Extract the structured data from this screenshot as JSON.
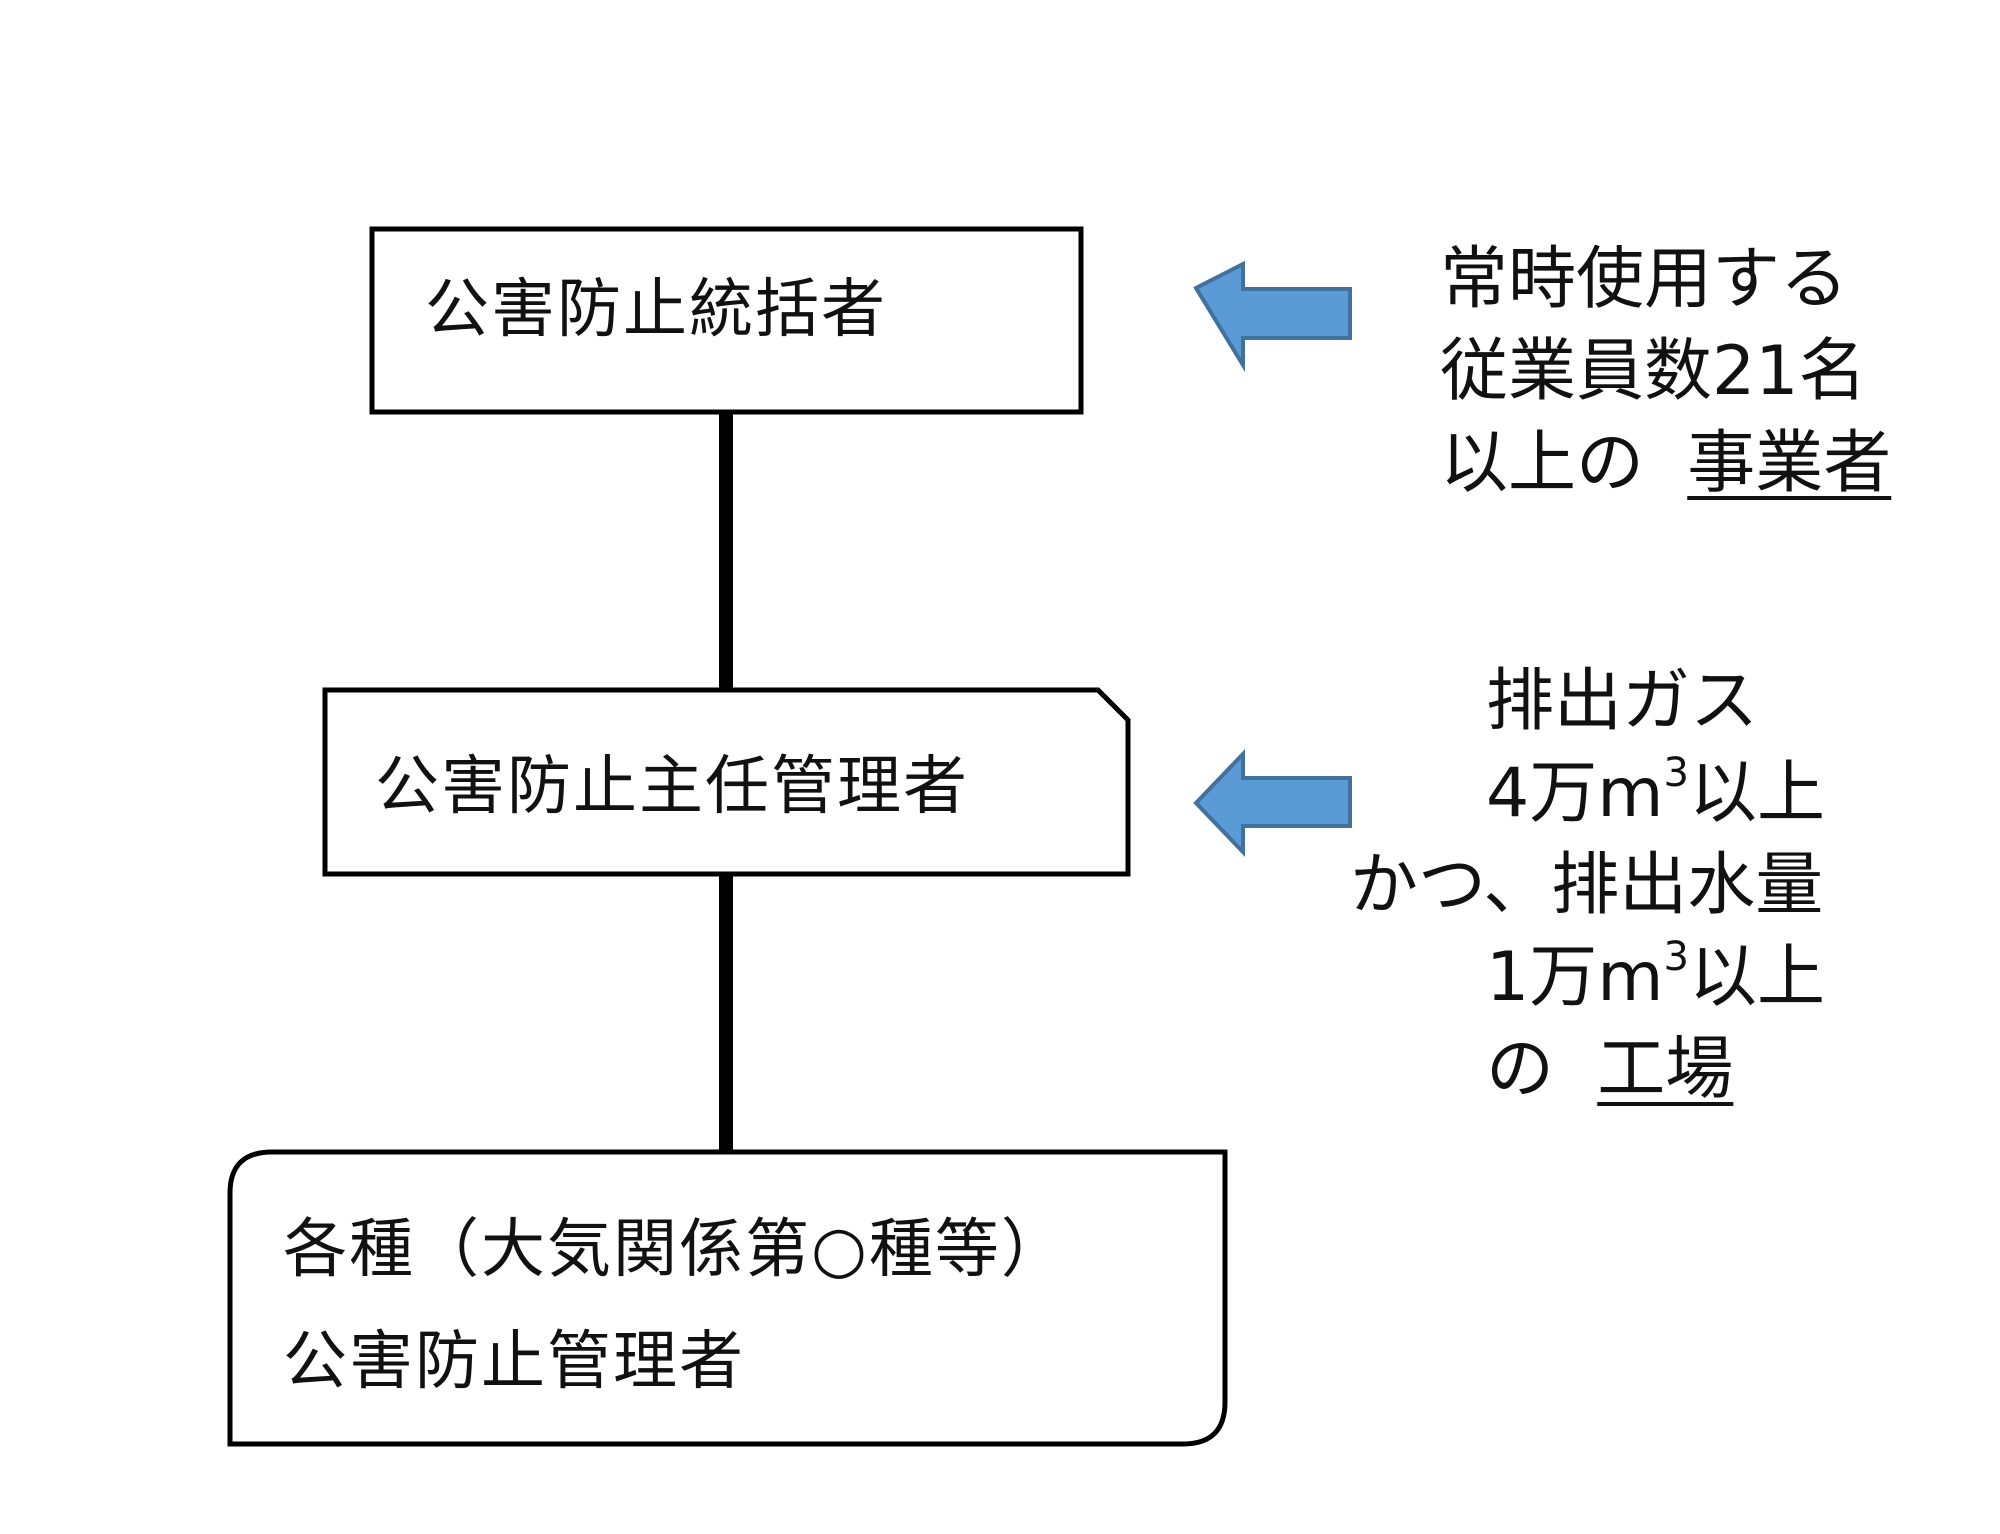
{
  "boxes": {
    "top": {
      "label": "公害防止統括者"
    },
    "middle": {
      "label": "公害防止主任管理者"
    },
    "bottom": {
      "line1": "各種（大気関係第○種等）",
      "line2": "公害防止管理者"
    }
  },
  "conditions": {
    "top": {
      "line1": "常時使用する",
      "line2": "従業員数21名",
      "line3_prefix": "以上の",
      "line3_emph": "事業者"
    },
    "middle": {
      "line1": "排出ガス",
      "line2_a": "4万m",
      "line2_sup": "3",
      "line2_b": "以上",
      "line3": "かつ、排出水量",
      "line4_a": "1万m",
      "line4_sup": "3",
      "line4_b": "以上",
      "line5_prefix": "の",
      "line5_emph": "工場"
    }
  },
  "colors": {
    "arrow_fill": "#5b9bd5",
    "arrow_stroke": "#41719c",
    "line": "#000000"
  },
  "icons": {
    "arrow": "left-arrow"
  }
}
